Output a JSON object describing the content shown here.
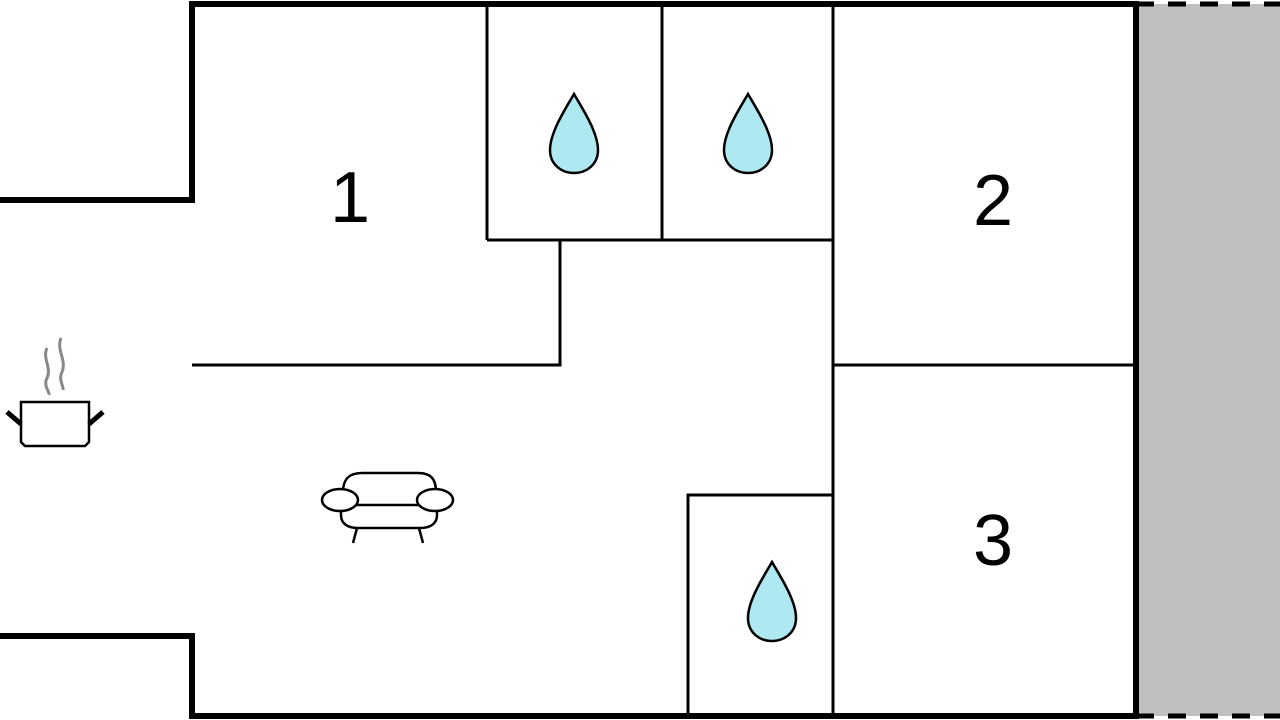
{
  "rooms": [
    {
      "label": "1",
      "type": "bedroom"
    },
    {
      "label": "2",
      "type": "bedroom"
    },
    {
      "label": "3",
      "type": "bedroom"
    }
  ],
  "icons": {
    "bathroom": "water-drop-icon",
    "kitchen": "cooking-pot-icon",
    "living": "sofa-icon"
  },
  "colors": {
    "wall": "#000000",
    "water": "#aee8f0",
    "outdoor": "#c0c0c0",
    "steam": "#888888"
  }
}
